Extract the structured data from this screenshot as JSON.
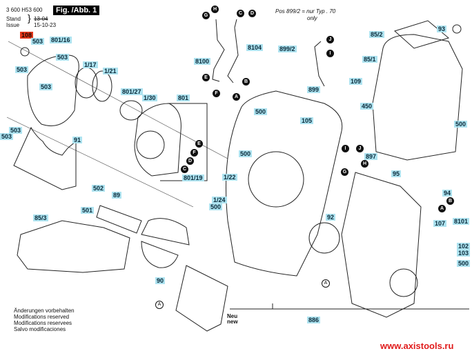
{
  "header": {
    "part_number": "3 600 H53 600",
    "figure_label": "Fig. /Abb. 1",
    "stand_label": "Stand",
    "issue_label": "Issue",
    "stand_value_struck": "13-04",
    "issue_value": "15-10-23"
  },
  "note_top": {
    "line1": "Pos 899/2 =  nur Typ . 70",
    "line2": "only"
  },
  "footer_notes": [
    "Änderungen vorbehalten",
    "Modifications reserved",
    "Modifications reservees",
    "Salvo modificaciones"
  ],
  "watermark": "www.axistools.ru",
  "neu_new": {
    "line1": "Neu",
    "line2": "new"
  },
  "colors": {
    "label_bg": "#aee3f0",
    "highlight_bg": "#e2381b",
    "watermark": "#e01b1b"
  },
  "part_labels": [
    {
      "id": "108",
      "highlight": true
    },
    {
      "id": "503"
    },
    {
      "id": "801/16"
    },
    {
      "id": "503"
    },
    {
      "id": "503"
    },
    {
      "id": "503"
    },
    {
      "id": "503"
    },
    {
      "id": "1/17"
    },
    {
      "id": "1/21"
    },
    {
      "id": "801/27"
    },
    {
      "id": "1/30"
    },
    {
      "id": "801"
    },
    {
      "id": "801/19"
    },
    {
      "id": "503"
    },
    {
      "id": "503"
    },
    {
      "id": "91"
    },
    {
      "id": "502"
    },
    {
      "id": "89"
    },
    {
      "id": "501"
    },
    {
      "id": "85/3"
    },
    {
      "id": "90"
    },
    {
      "id": "8100"
    },
    {
      "id": "8104"
    },
    {
      "id": "899/2"
    },
    {
      "id": "899"
    },
    {
      "id": "109"
    },
    {
      "id": "450"
    },
    {
      "id": "85/2"
    },
    {
      "id": "85/1"
    },
    {
      "id": "93"
    },
    {
      "id": "500"
    },
    {
      "id": "500"
    },
    {
      "id": "105"
    },
    {
      "id": "500"
    },
    {
      "id": "1/22"
    },
    {
      "id": "1/24"
    },
    {
      "id": "500"
    },
    {
      "id": "897"
    },
    {
      "id": "95"
    },
    {
      "id": "94"
    },
    {
      "id": "8101"
    },
    {
      "id": "107"
    },
    {
      "id": "92"
    },
    {
      "id": "102"
    },
    {
      "id": "103"
    },
    {
      "id": "500"
    },
    {
      "id": "886"
    }
  ],
  "ref_markers": [
    "H",
    "G",
    "C",
    "D",
    "E",
    "F",
    "B",
    "A",
    "J",
    "I",
    "E",
    "F",
    "D",
    "C",
    "I",
    "J",
    "G",
    "H",
    "B",
    "A",
    "A",
    "A",
    "A"
  ]
}
